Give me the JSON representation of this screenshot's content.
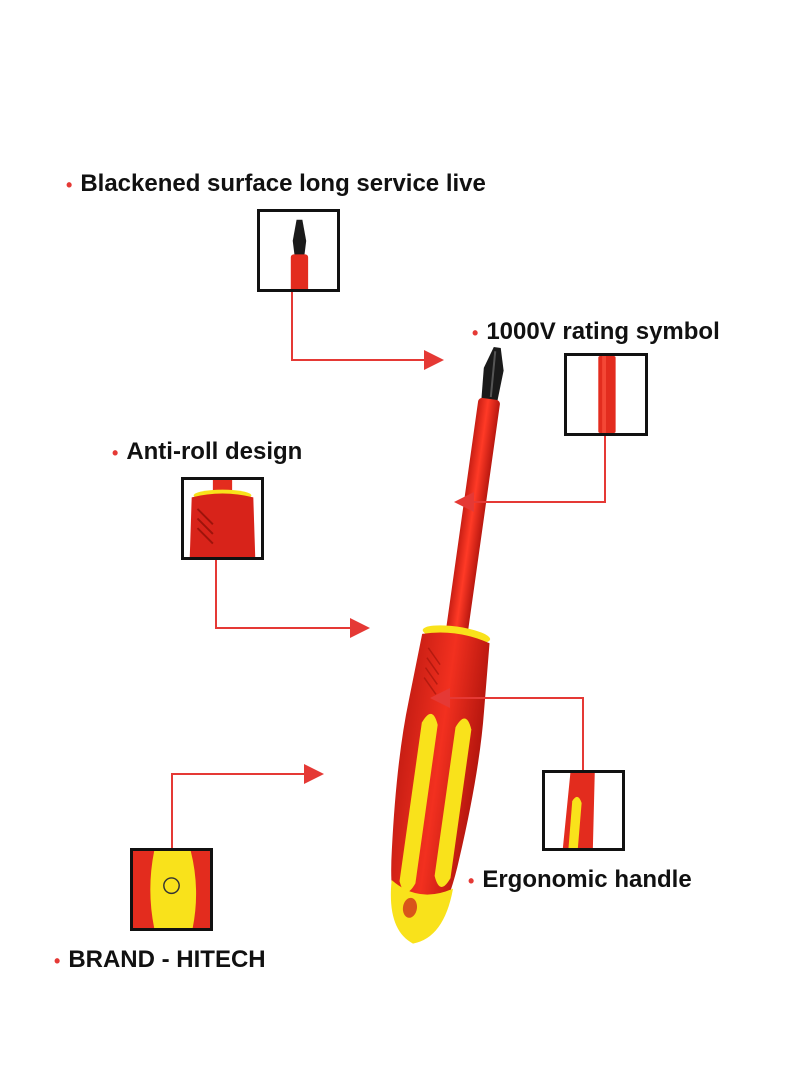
{
  "features": [
    {
      "id": "blackened",
      "text": "Blackened surface long service live"
    },
    {
      "id": "rating",
      "text": "1000V rating symbol"
    },
    {
      "id": "antiroll",
      "text": "Anti-roll design"
    },
    {
      "id": "ergonomic",
      "text": "Ergonomic handle"
    },
    {
      "id": "brand",
      "text": "BRAND - HITECH"
    }
  ],
  "colors": {
    "accent_red": "#e53935",
    "tool_red": "#e32c1e",
    "tool_yellow": "#f9e21b",
    "tip_black": "#1a1a1a"
  }
}
